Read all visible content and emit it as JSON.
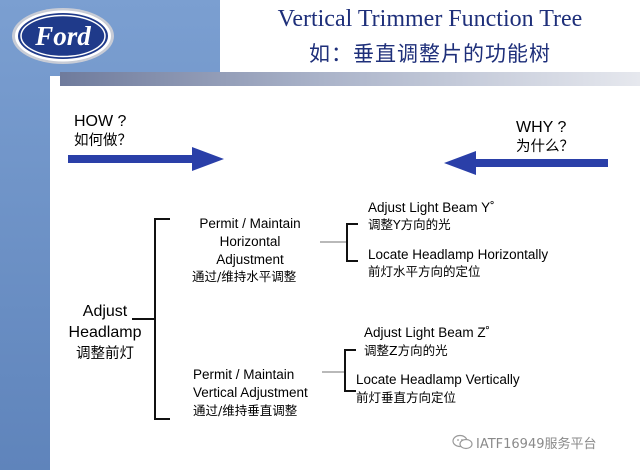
{
  "header": {
    "title_en": "Vertical Trimmer Function Tree",
    "title_cn": "如：垂直调整片的功能树",
    "logo_text": "Ford"
  },
  "arrows": {
    "how_en": "HOW ?",
    "how_cn": "如何做？",
    "why_en": "WHY ?",
    "why_cn": "为什么？",
    "arrow_color": "#2a3fa8"
  },
  "tree": {
    "root": {
      "en_line1": "Adjust",
      "en_line2": "Headlamp",
      "cn": "调整前灯"
    },
    "branch_horizontal": {
      "en_line1": "Permit / Maintain",
      "en_line2": "Horizontal",
      "en_line3": "Adjustment",
      "cn": "通过/维持水平调整",
      "leaf1_en": "Adjust Light Beam Y˚",
      "leaf1_cn": "调整Y方向的光",
      "leaf2_en": "Locate Headlamp Horizontally",
      "leaf2_cn": "前灯水平方向的定位"
    },
    "branch_vertical": {
      "en_line1": "Permit / Maintain",
      "en_line2": "Vertical Adjustment",
      "cn": "通过/维持垂直调整",
      "leaf1_en": "Adjust Light Beam Z˚",
      "leaf1_cn": "调整Z方向的光",
      "leaf2_en": "Locate Headlamp Vertically",
      "leaf2_cn": "前灯垂直方向定位"
    }
  },
  "watermark": {
    "text": "IATF16949服务平台"
  },
  "colors": {
    "sidebar": "#6f93c6",
    "title": "#1e2f7a",
    "ford_blue": "#1f3a8a"
  }
}
